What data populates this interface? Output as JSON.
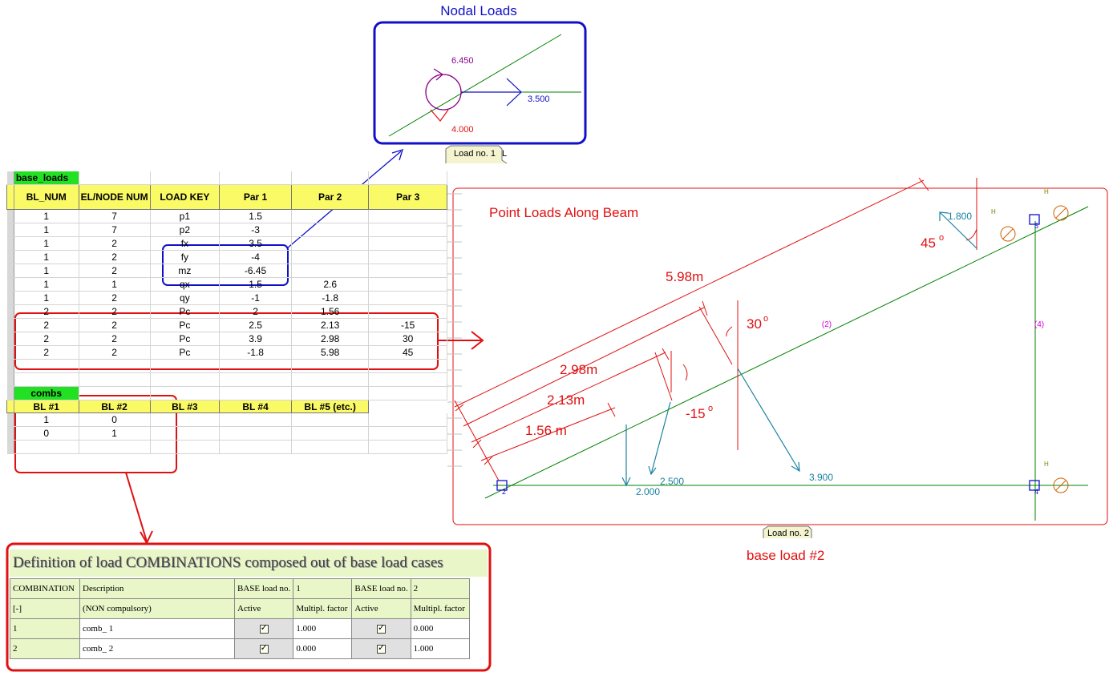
{
  "nodal_panel": {
    "title": "Nodal Loads",
    "moment_label": "6.450",
    "fx_label": "3.500",
    "fy_label": "4.000",
    "tab_label": "Load no. 1",
    "tab_stub": "L"
  },
  "beam_panel": {
    "title": "Point Loads Along Beam",
    "dim_598": "5.98m",
    "dim_298": "2.98m",
    "dim_213": "2.13m",
    "dim_156": "1.56 m",
    "angle_45": "45",
    "angle_30": "30",
    "angle_m15": "-15",
    "degree_sign": "o",
    "load_180": "1.800",
    "load_200": "2.000",
    "load_250": "2.500",
    "load_390": "3.900",
    "elem_2": "(2)",
    "elem_4": "(4)",
    "node_2": "2",
    "node_4": "4",
    "node_5": "5",
    "hinge": "H",
    "tab_label": "Load no. 2",
    "caption": "base load #2"
  },
  "sheet": {
    "base_loads_label": "base_loads",
    "headers": [
      "BL_NUM",
      "EL/NODE NUM",
      "LOAD KEY",
      "Par 1",
      "Par 2",
      "Par 3"
    ],
    "rows": [
      [
        "1",
        "7",
        "p1",
        "1.5",
        "",
        ""
      ],
      [
        "1",
        "7",
        "p2",
        "-3",
        "",
        ""
      ],
      [
        "1",
        "2",
        "fx",
        "3.5",
        "",
        ""
      ],
      [
        "1",
        "2",
        "fy",
        "-4",
        "",
        ""
      ],
      [
        "1",
        "2",
        "mz",
        "-6.45",
        "",
        ""
      ],
      [
        "1",
        "1",
        "qx",
        "1.5",
        "2.6",
        ""
      ],
      [
        "1",
        "2",
        "qy",
        "-1",
        "-1.8",
        ""
      ],
      [
        "2",
        "2",
        "Pc",
        "2",
        "1.56",
        ""
      ],
      [
        "2",
        "2",
        "Pc",
        "2.5",
        "2.13",
        "-15"
      ],
      [
        "2",
        "2",
        "Pc",
        "3.9",
        "2.98",
        "30"
      ],
      [
        "2",
        "2",
        "Pc",
        "-1.8",
        "5.98",
        "45"
      ]
    ],
    "combs_label": "combs",
    "comb_headers": [
      "BL  #1",
      "BL  #2",
      "BL  #3",
      "BL  #4",
      "BL  #5 (etc.)"
    ],
    "comb_rows": [
      [
        "1",
        "0",
        "",
        "",
        ""
      ],
      [
        "0",
        "1",
        "",
        "",
        ""
      ]
    ]
  },
  "combination_dialog": {
    "title": "Definition of load COMBINATIONS composed out of base load cases",
    "header1": [
      "COMBINATION",
      "Description",
      "BASE load no.",
      "1",
      "BASE load no.",
      "2"
    ],
    "header2": [
      "[-]",
      "(NON compulsory)",
      "Active",
      "Multipl. factor",
      "Active",
      "Multipl. factor"
    ],
    "rows": [
      {
        "num": "1",
        "desc": "comb_ 1",
        "f1": "1.000",
        "f2": "0.000",
        "active1": true,
        "active2": true
      },
      {
        "num": "2",
        "desc": "comb_ 2",
        "f1": "0.000",
        "f2": "1.000",
        "active1": true,
        "active2": true
      }
    ],
    "check_glyph": "✓"
  },
  "colors": {
    "blue": "#1010c8",
    "red": "#e01010",
    "green": "#008000",
    "teal": "#1a82a0",
    "purple": "#8a008a",
    "yellow": "#fafa66"
  }
}
